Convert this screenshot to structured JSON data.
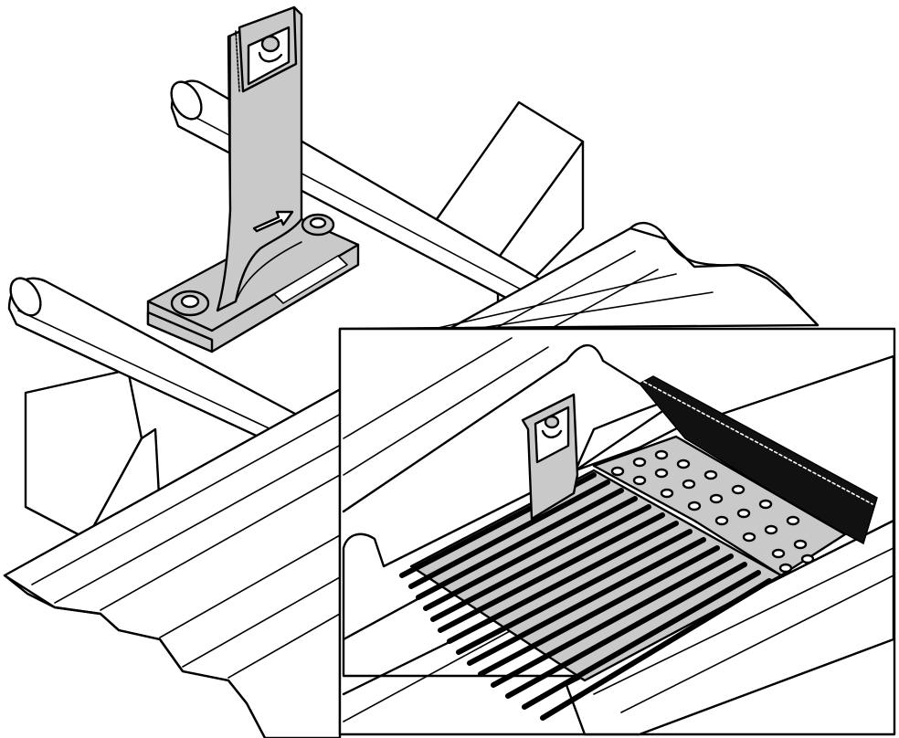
{
  "figure": {
    "kind": "isometric technical line drawing",
    "colors": {
      "line": "#000000",
      "metal_fill": "#c9c9c9",
      "background": "#ffffff",
      "seal": "#111111"
    },
    "icons": {
      "hook_arrow": "arrow-right-icon",
      "hook_slot": "hook-slot-icon"
    },
    "parts": {
      "main": [
        "roof-hook",
        "base-plate",
        "roof-battens",
        "rafter",
        "roof-tiles"
      ],
      "detail": [
        "detail-roof-hook",
        "flexible-flashing",
        "perforated-plate",
        "sealing-strip",
        "detail-tiles"
      ]
    }
  }
}
